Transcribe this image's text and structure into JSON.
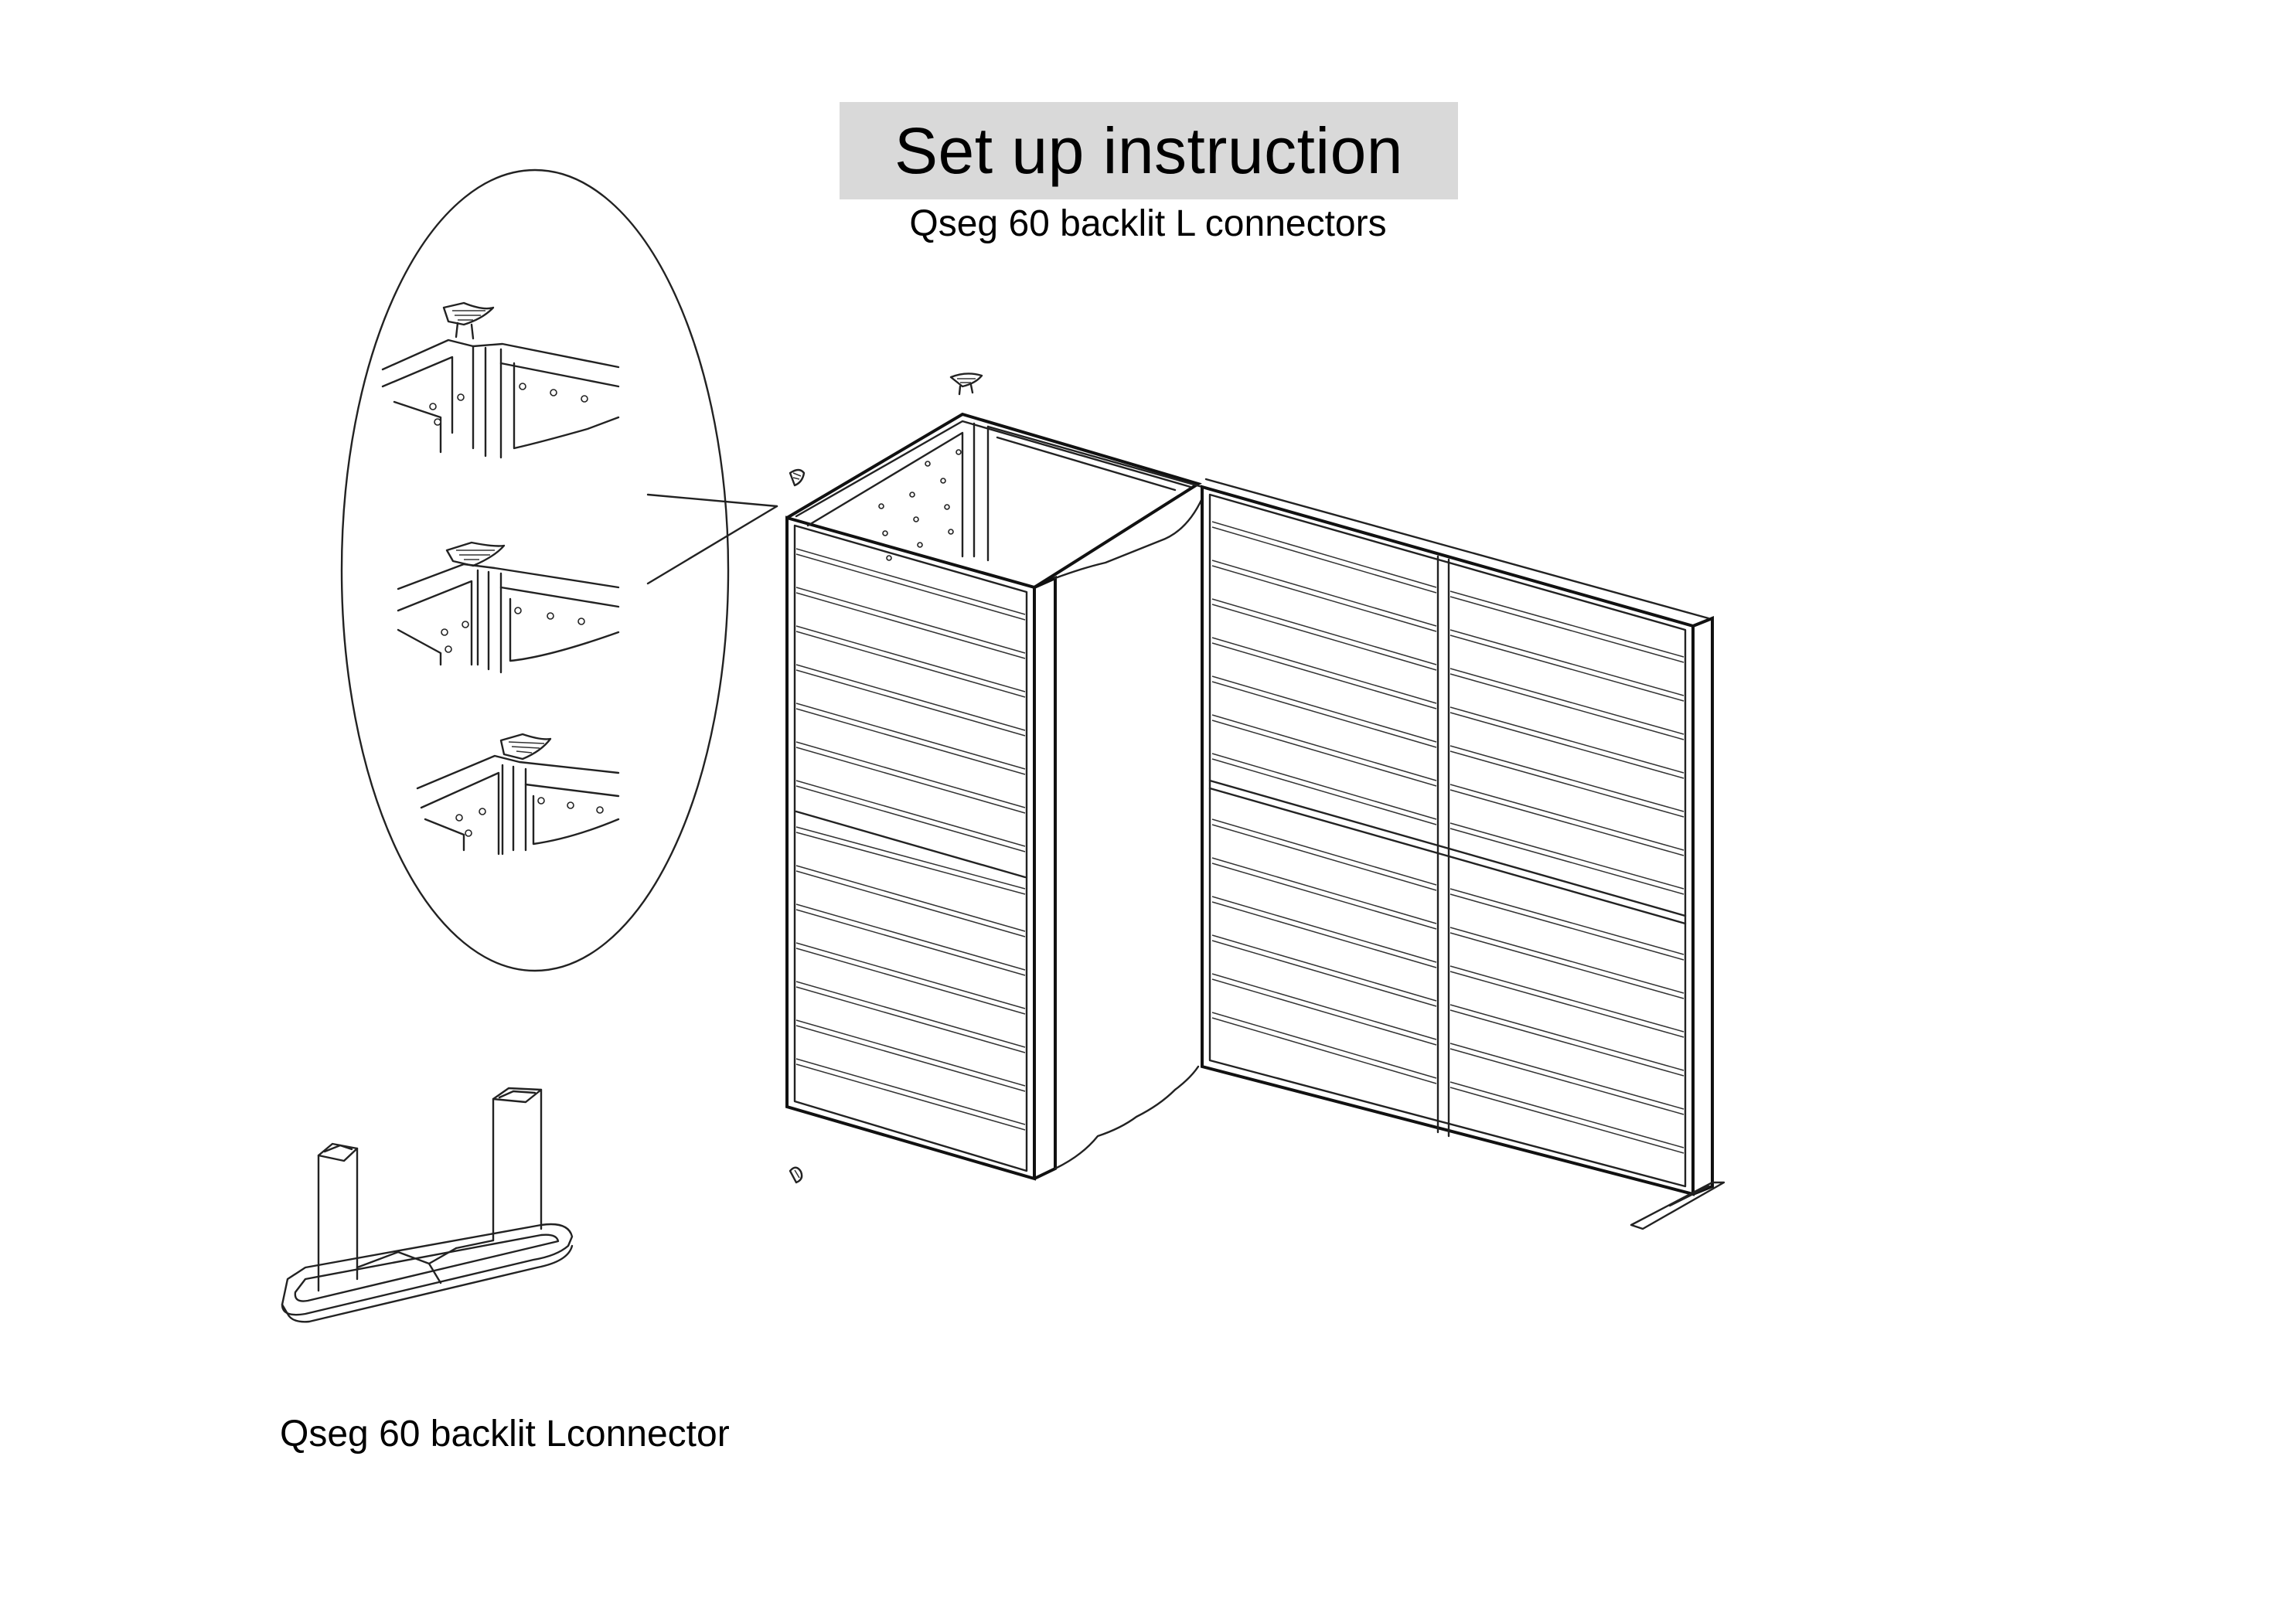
{
  "document": {
    "title": "Set up instruction",
    "subtitle": "Qseg 60 backlit L connectors",
    "part_label": "Qseg 60 backlit Lconnector"
  },
  "figures": {
    "detail_callout": "zoom-detail-ellipse",
    "main_assembly": "L-shaped-backlit-wall",
    "part_illustration": "l-connector-foot"
  },
  "colors": {
    "title_bg": "#d9d9d9",
    "line": "#222222"
  }
}
